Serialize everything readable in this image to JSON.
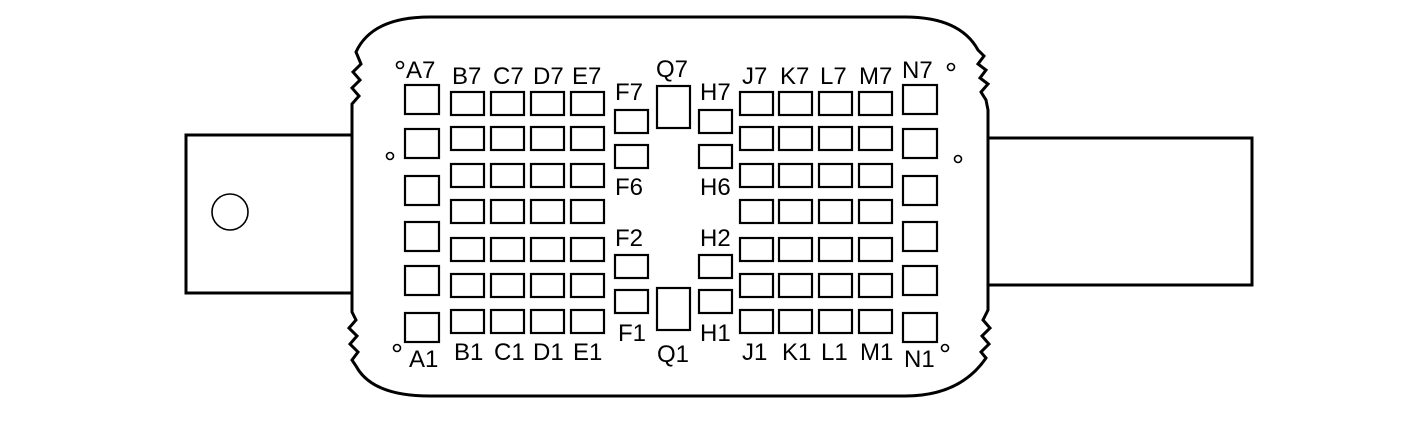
{
  "connector": {
    "labels": {
      "A7": "A7",
      "A1": "A1",
      "B7": "B7",
      "C7": "C7",
      "D7": "D7",
      "E7": "E7",
      "B1": "B1",
      "C1": "C1",
      "D1": "D1",
      "E1": "E1",
      "F7": "F7",
      "F6": "F6",
      "F2": "F2",
      "F1": "F1",
      "Q7": "Q7",
      "Q1": "Q1",
      "H7": "H7",
      "H6": "H6",
      "H2": "H2",
      "H1": "H1",
      "J7": "J7",
      "K7": "K7",
      "L7": "L7",
      "M7": "M7",
      "J1": "J1",
      "K1": "K1",
      "L1": "L1",
      "M1": "M1",
      "N7": "N7",
      "N1": "N1"
    }
  },
  "colors": {
    "line": "#000000",
    "background": "#ffffff"
  }
}
